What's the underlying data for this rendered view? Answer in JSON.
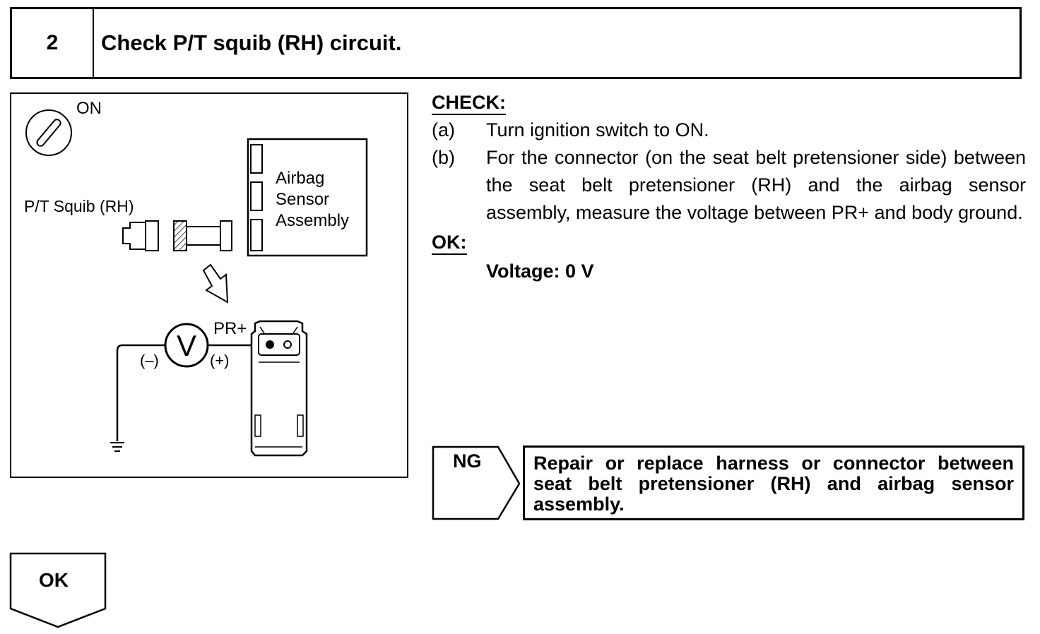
{
  "step": {
    "number": "2",
    "title": "Check P/T squib (RH) circuit."
  },
  "figure": {
    "ignition_label": "ON",
    "squib_label": "P/T Squib (RH)",
    "sensor_label_lines": [
      "Airbag",
      "Sensor",
      "Assembly"
    ],
    "terminal_label": "PR+",
    "meter_symbol": "V",
    "neg_label": "(–)",
    "pos_label": "(+)",
    "icons": [
      "ignition-switch-icon",
      "voltmeter-icon",
      "ground-icon",
      "connector-icon",
      "arrow-down-icon"
    ]
  },
  "check": {
    "heading": "CHECK:",
    "steps": [
      {
        "label": "(a)",
        "text": "Turn ignition switch to ON."
      },
      {
        "label": "(b)",
        "text": "For the connector (on the seat belt pretensioner side) between the seat belt pretensioner (RH) and the airbag sensor assembly, measure the voltage between PR+ and body ground."
      }
    ],
    "ok_heading": "OK:",
    "spec": "Voltage: 0 V"
  },
  "ng": {
    "label": "NG",
    "action": "Repair or replace harness or connector between seat belt pretensioner (RH) and airbag sensor assembly."
  },
  "ok": {
    "label": "OK"
  }
}
